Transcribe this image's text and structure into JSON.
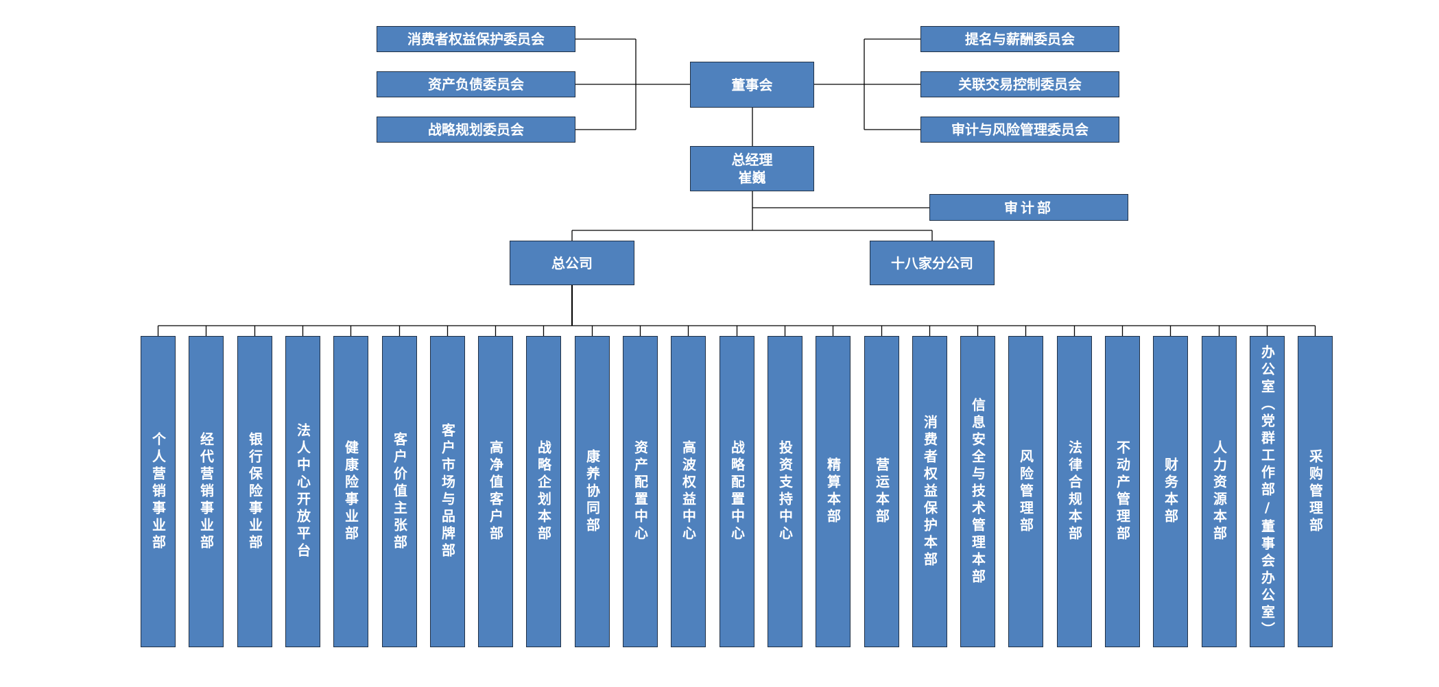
{
  "board": {
    "name": "董事会",
    "left_committees": [
      "消费者权益保护委员会",
      "资产负债委员会",
      "战略规划委员会"
    ],
    "right_committees": [
      "提名与薪酬委员会",
      "关联交易控制委员会",
      "审计与风险管理委员会"
    ]
  },
  "gm": {
    "title": "总经理",
    "person": "崔巍"
  },
  "audit": "审计部",
  "head_office": "总公司",
  "branches": "十八家分公司",
  "departments": [
    "个人营销事业部",
    "经代营销事业部",
    "银行保险事业部",
    "法人中心开放平台",
    "健康险事业部",
    "客户价值主张部",
    "客户市场与品牌部",
    "高净值客户部",
    "战略企划本部",
    "康养协同部",
    "资产配置中心",
    "高波权益中心",
    "战略配置中心",
    "投资支持中心",
    "精算本部",
    "营运本部",
    "消费者权益保护本部",
    "信息安全与技术管理本部",
    "风险管理部",
    "法律合规本部",
    "不动产管理部",
    "财务本部",
    "人力资源本部",
    "办公室（党群工作部/董事会办公室）",
    "采购管理部"
  ]
}
